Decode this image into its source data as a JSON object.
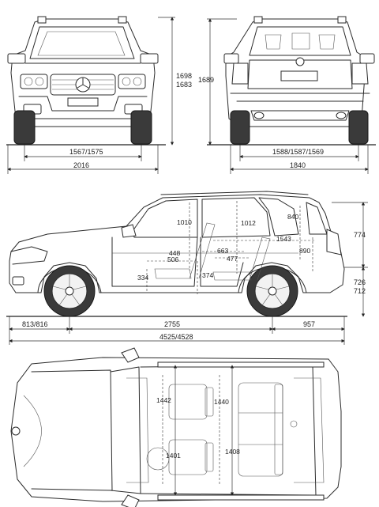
{
  "front_view": {
    "overall_height": "1698",
    "overall_height_alt": "1683",
    "track": "1567/1575",
    "width_mirrors": "2016"
  },
  "rear_view": {
    "overall_height": "1689",
    "track": "1588/1587/1569",
    "width": "1840"
  },
  "side_view": {
    "front_headroom": "1010",
    "rear_headroom": "1012",
    "front_overhang": "813/816",
    "wheelbase": "2755",
    "rear_overhang": "957",
    "overall_length": "4525/4528",
    "upper_height": "774",
    "lower_height": "726",
    "lower_height_alt": "712",
    "cargo_height": "840",
    "cargo_length": "1543",
    "cargo_opening": "890",
    "front_seat_height": "448",
    "front_seat_depth": "506",
    "front_floor": "334",
    "front_legroom": "374",
    "rear_seat_height": "663",
    "rear_seat_depth": "477"
  },
  "top_view": {
    "front_shoulder": "1442",
    "rear_shoulder": "1440",
    "front_elbow": "1401",
    "rear_elbow": "1408"
  }
}
